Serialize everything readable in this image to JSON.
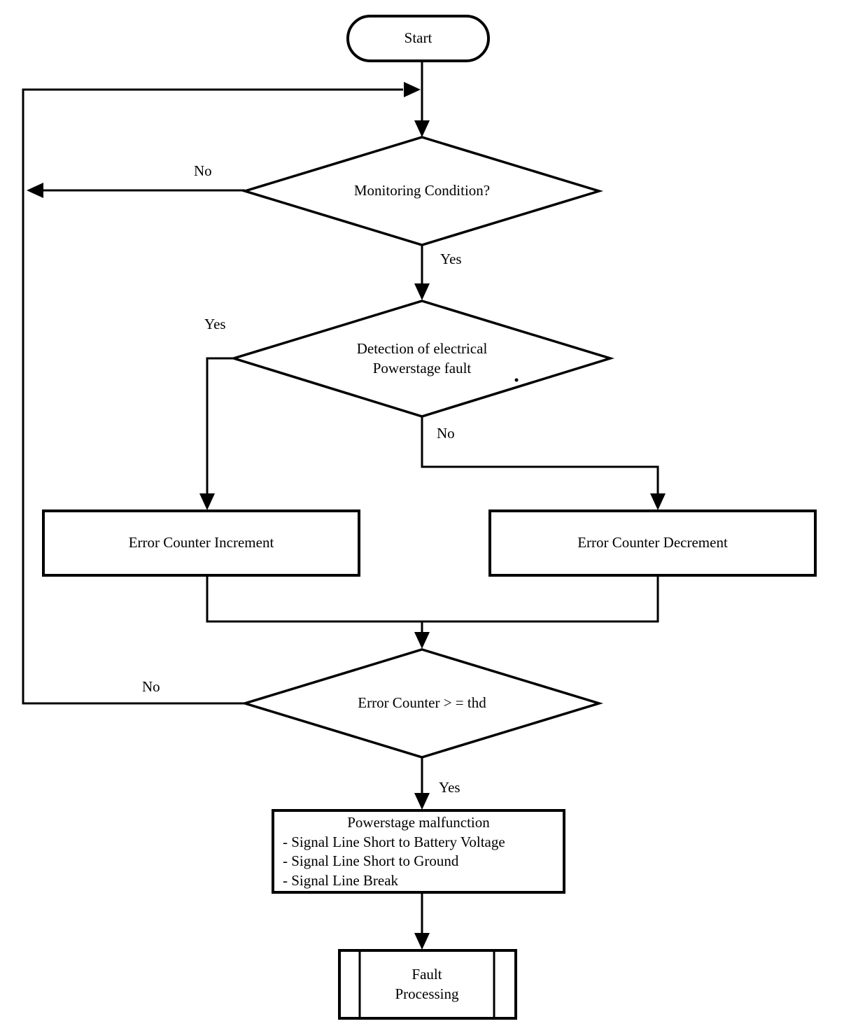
{
  "canvas": {
    "background": "#ffffff",
    "line_color": "#000000"
  },
  "nodes": {
    "start": {
      "type": "terminator",
      "label": "Start"
    },
    "monitoring": {
      "type": "decision",
      "label": "Monitoring Condition?"
    },
    "detection": {
      "type": "decision",
      "label_line1": "Detection of electrical",
      "label_line2": "Powerstage fault"
    },
    "increment": {
      "type": "process",
      "label": "Error Counter Increment"
    },
    "decrement": {
      "type": "process",
      "label": "Error Counter Decrement"
    },
    "threshold": {
      "type": "decision",
      "label": "Error Counter > = thd"
    },
    "malfunction": {
      "type": "process",
      "title": "Powerstage malfunction",
      "items": [
        "- Signal Line Short to Battery Voltage",
        "- Signal Line Short to Ground",
        "- Signal Line Break"
      ]
    },
    "fault": {
      "type": "predefined-process",
      "label_line1": "Fault",
      "label_line2": "Processing"
    }
  },
  "edge_labels": {
    "monitoring_no": "No",
    "monitoring_yes": "Yes",
    "detection_yes": "Yes",
    "detection_no": "No",
    "threshold_no": "No",
    "threshold_yes": "Yes"
  }
}
